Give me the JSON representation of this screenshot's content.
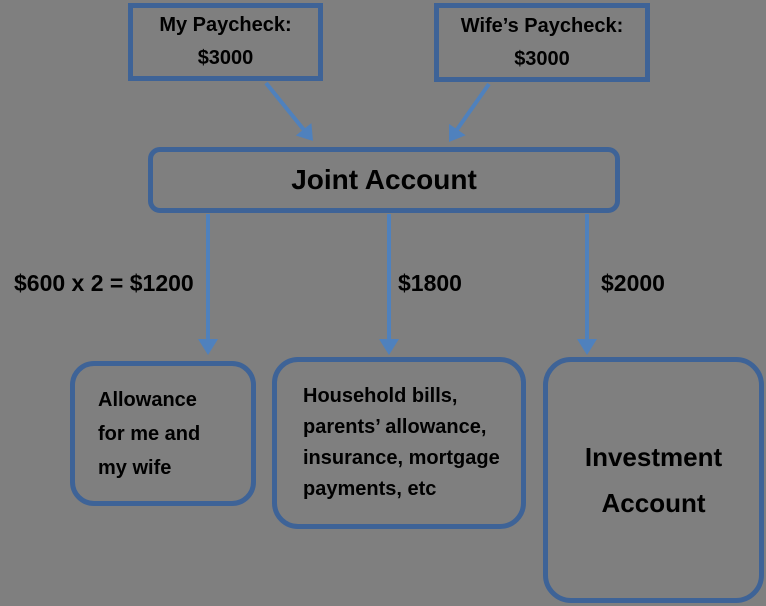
{
  "diagram": {
    "title": "Paycheck allocation flowchart",
    "colors": {
      "background": "#7F7F7F",
      "node_border": "#3E6397",
      "arrow": "#4F81BD",
      "text": "#000000"
    },
    "nodes": {
      "my_paycheck": {
        "lines": [
          "My Paycheck:",
          "$3000"
        ]
      },
      "wife_paycheck": {
        "lines": [
          "Wife’s Paycheck:",
          "$3000"
        ]
      },
      "joint_account": {
        "label": "Joint Account"
      },
      "allowance": {
        "lines": [
          "Allowance",
          "for me and",
          "my wife"
        ]
      },
      "household": {
        "lines": [
          "Household bills,",
          "parents’ allowance,",
          "insurance, mortgage",
          "payments, etc"
        ]
      },
      "investment": {
        "lines": [
          "Investment",
          "Account"
        ]
      }
    },
    "edge_labels": {
      "allowance": "$600 x 2 = $1200",
      "household": "$1800",
      "investment": "$2000"
    }
  }
}
